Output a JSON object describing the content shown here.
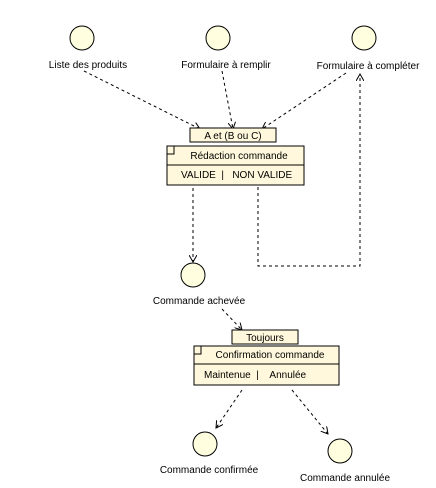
{
  "states": {
    "liste_produits": "Liste des produits",
    "formulaire_remplir": "Formulaire à remplir",
    "formulaire_completer": "Formulaire à compléter",
    "commande_achevee": "Commande achevée",
    "commande_confirmee": "Commande confirmée",
    "commande_annulee": "Commande annulée"
  },
  "redaction": {
    "condition": "A et (B ou C)",
    "title": "Rédaction commande",
    "outcomes": "VALIDE  |   NON VALIDE"
  },
  "confirmation": {
    "condition": "Toujours",
    "title": "Confirmation commande",
    "outcomes": "Maintenue  |    Annulée"
  },
  "colors": {
    "state_fill": "#ffffe0",
    "process_fill": "#fff8dc",
    "line": "#000000"
  }
}
